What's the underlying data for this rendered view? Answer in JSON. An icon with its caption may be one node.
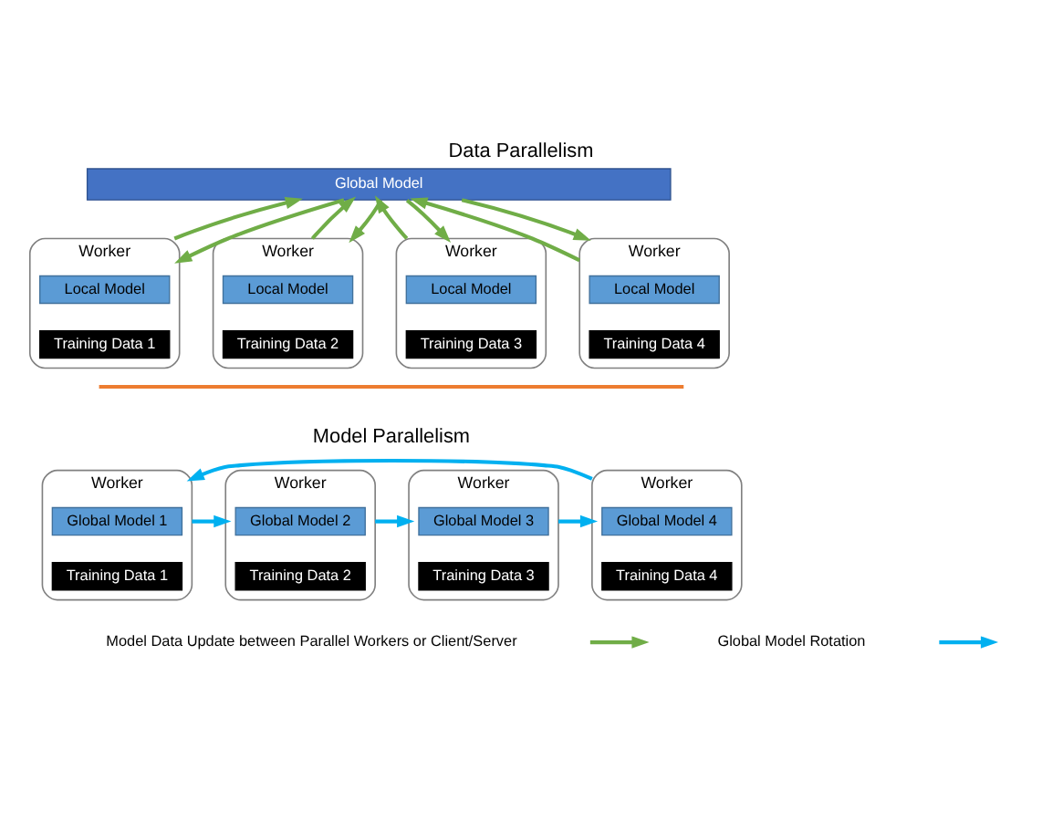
{
  "diagram": {
    "title": "Data Parallelism",
    "nodes": [
      {
        "text": [
          "Global Model"
        ]
      },
      {
        "text": [
          "Worker"
        ]
      },
      {
        "text": [
          "Local Model"
        ],
        "in": 1
      },
      {
        "text": [
          "Training Data 1"
        ],
        "in": 1
      },
      {
        "text": [
          "Worker"
        ]
      },
      {
        "text": [
          "Local Model"
        ],
        "in": 4
      },
      {
        "text": [
          "Training Data 2"
        ],
        "in": 4
      },
      {
        "text": [
          "Worker"
        ]
      },
      {
        "text": [
          "Local Model"
        ],
        "in": 7
      },
      {
        "text": [
          "Training Data 3"
        ],
        "in": 7
      },
      {
        "text": [
          "Worker"
        ]
      },
      {
        "text": [
          "Local Model"
        ],
        "in": 10
      },
      {
        "text": [
          "Training Data 4"
        ],
        "in": 10
      },
      {
        "text": [
          "Worker"
        ]
      },
      {
        "text": [
          "Global Model 1"
        ],
        "in": 13
      },
      {
        "text": [
          "Training Data 1"
        ],
        "in": 13
      },
      {
        "text": [
          "Worker"
        ]
      },
      {
        "text": [
          "Global Model 2"
        ],
        "in": 16
      },
      {
        "text": [
          "Training Data 2"
        ],
        "in": 16
      },
      {
        "text": [
          "Worker"
        ]
      },
      {
        "text": [
          "Global Model 3"
        ],
        "in": 19
      },
      {
        "text": [
          "Training Data 3"
        ],
        "in": 19
      },
      {
        "text": [
          "Worker"
        ]
      },
      {
        "text": [
          "Global Model 4"
        ],
        "in": 22
      },
      {
        "text": [
          "Training Data 4"
        ],
        "in": 22
      }
    ],
    "edges": [
      {
        "from": 1,
        "to": 0,
        "arrow": "to",
        "color": "#70ad47"
      },
      {
        "from": 0,
        "to": 1,
        "arrow": "to",
        "color": "#70ad47"
      },
      {
        "from": 4,
        "to": 0,
        "arrow": "to",
        "color": "#70ad47"
      },
      {
        "from": 0,
        "to": 4,
        "arrow": "to",
        "color": "#70ad47"
      },
      {
        "from": 7,
        "to": 0,
        "arrow": "to",
        "color": "#70ad47"
      },
      {
        "from": 0,
        "to": 7,
        "arrow": "to",
        "color": "#70ad47"
      },
      {
        "from": 10,
        "to": 0,
        "arrow": "to",
        "color": "#70ad47"
      },
      {
        "from": 0,
        "to": 10,
        "arrow": "to",
        "color": "#70ad47"
      },
      {
        "from": 13,
        "to": 16,
        "arrow": "to",
        "color": "#00b0f0"
      },
      {
        "from": 16,
        "to": 19,
        "arrow": "to",
        "color": "#00b0f0"
      },
      {
        "from": 19,
        "to": 22,
        "arrow": "to",
        "color": "#00b0f0"
      },
      {
        "from": 22,
        "to": 13,
        "arrow": "to",
        "color": "#00b0f0"
      }
    ],
    "labels": [
      "Model Parallelism"
    ],
    "legend": [
      {
        "text": "Model Data Update between Parallel Workers or Client/Server"
      },
      {
        "text": "Global Model Rotation"
      }
    ]
  }
}
